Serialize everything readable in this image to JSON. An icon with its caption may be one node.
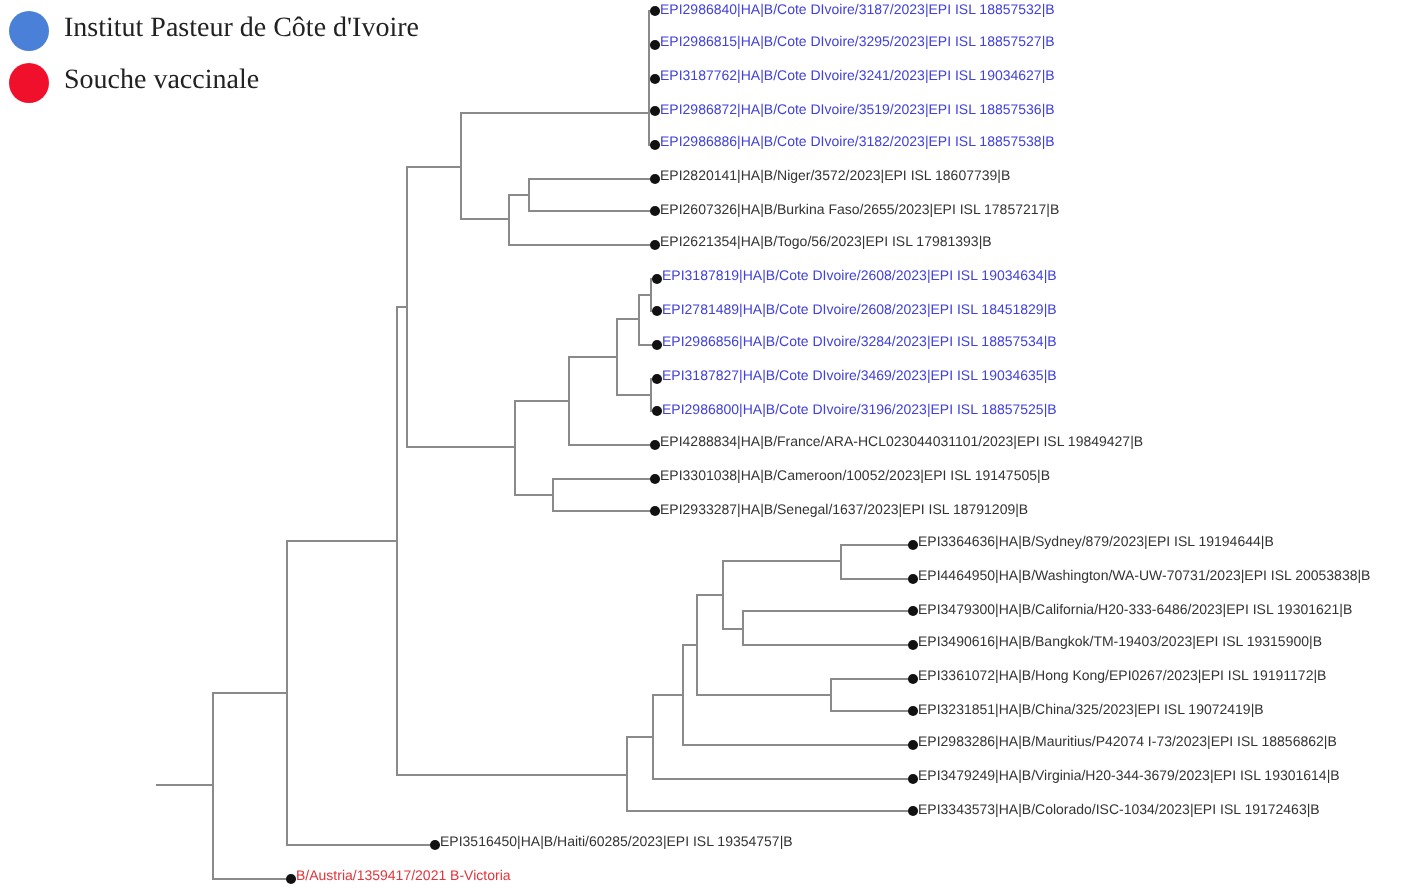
{
  "diagram": {
    "nodes": [
      {
        "text": [
          "EPI2986840|HA|B/Cote DIvoire/3187/2023|EPI ISL 18857532|B"
        ]
      },
      {
        "text": [
          "EPI2986815|HA|B/Cote DIvoire/3295/2023|EPI ISL 18857527|B"
        ]
      },
      {
        "text": [
          "EPI3187762|HA|B/Cote DIvoire/3241/2023|EPI ISL 19034627|B"
        ]
      },
      {
        "text": [
          "EPI2986872|HA|B/Cote DIvoire/3519/2023|EPI ISL 18857536|B"
        ]
      },
      {
        "text": [
          "EPI2986886|HA|B/Cote DIvoire/3182/2023|EPI ISL 18857538|B"
        ]
      },
      {
        "text": [
          "EPI2820141|HA|B/Niger/3572/2023|EPI ISL 18607739|B"
        ]
      },
      {
        "text": [
          "EPI2607326|HA|B/Burkina Faso/2655/2023|EPI ISL 17857217|B"
        ]
      },
      {
        "text": [
          "EPI2621354|HA|B/Togo/56/2023|EPI ISL 17981393|B"
        ]
      },
      {
        "text": [
          "EPI3187819|HA|B/Cote DIvoire/2608/2023|EPI ISL 19034634|B"
        ]
      },
      {
        "text": [
          "EPI2781489|HA|B/Cote DIvoire/2608/2023|EPI ISL 18451829|B"
        ]
      },
      {
        "text": [
          "EPI2986856|HA|B/Cote DIvoire/3284/2023|EPI ISL 18857534|B"
        ]
      },
      {
        "text": [
          "EPI3187827|HA|B/Cote DIvoire/3469/2023|EPI ISL 19034635|B"
        ]
      },
      {
        "text": [
          "EPI2986800|HA|B/Cote DIvoire/3196/2023|EPI ISL 18857525|B"
        ]
      },
      {
        "text": [
          "EPI4288834|HA|B/France/ARA-HCL023044031101/2023|EPI ISL 19849427|B"
        ]
      },
      {
        "text": [
          "EPI3301038|HA|B/Cameroon/10052/2023|EPI ISL 19147505|B"
        ]
      },
      {
        "text": [
          "EPI2933287|HA|B/Senegal/1637/2023|EPI ISL 18791209|B"
        ]
      },
      {
        "text": [
          "EPI3364636|HA|B/Sydney/879/2023|EPI ISL 19194644|B"
        ]
      },
      {
        "text": [
          "EPI4464950|HA|B/Washington/WA-UW-70731/2023|EPI ISL 20053838|B"
        ]
      },
      {
        "text": [
          "EPI3479300|HA|B/California/H20-333-6486/2023|EPI ISL 19301621|B"
        ]
      },
      {
        "text": [
          "EPI3490616|HA|B/Bangkok/TM-19403/2023|EPI ISL 19315900|B"
        ]
      },
      {
        "text": [
          "EPI3361072|HA|B/Hong Kong/EPI0267/2023|EPI ISL 19191172|B"
        ]
      },
      {
        "text": [
          "EPI3231851|HA|B/China/325/2023|EPI ISL 19072419|B"
        ]
      },
      {
        "text": [
          "EPI2983286|HA|B/Mauritius/P42074 I-73/2023|EPI ISL 18856862|B"
        ]
      },
      {
        "text": [
          "EPI3479249|HA|B/Virginia/H20-344-3679/2023|EPI ISL 19301614|B"
        ]
      },
      {
        "text": [
          "EPI3343573|HA|B/Colorado/ISC-1034/2023|EPI ISL 19172463|B"
        ]
      },
      {
        "text": [
          "EPI3516450|HA|B/Haiti/60285/2023|EPI ISL 19354757|B"
        ]
      },
      {
        "text": [
          "B/Austria/1359417/2021 B-Victoria"
        ]
      },
      {
        "text": [],
        "shape": "bar"
      },
      {
        "text": [],
        "shape": "bar"
      },
      {
        "text": [],
        "shape": "bar"
      },
      {
        "text": [],
        "shape": "bar"
      },
      {
        "text": [],
        "shape": "bar"
      },
      {
        "text": [],
        "shape": "bar"
      },
      {
        "text": [],
        "shape": "bar"
      },
      {
        "text": [],
        "shape": "bar"
      },
      {
        "text": [],
        "shape": "bar"
      },
      {
        "text": [],
        "shape": "bar"
      },
      {
        "text": [],
        "shape": "bar"
      },
      {
        "text": [],
        "shape": "bar"
      },
      {
        "text": [],
        "shape": "bar"
      },
      {
        "text": [],
        "shape": "bar"
      },
      {
        "text": [],
        "shape": "bar"
      },
      {
        "text": [],
        "shape": "bar"
      },
      {
        "text": [],
        "shape": "bar"
      },
      {
        "text": [],
        "shape": "bar"
      },
      {
        "text": [],
        "shape": "bar"
      },
      {
        "text": [],
        "shape": "bar"
      },
      {
        "text": [],
        "shape": "bar"
      },
      {
        "text": [],
        "shape": "bar"
      },
      {
        "text": [],
        "shape": "bar"
      }
    ],
    "edges": [
      {
        "from": null,
        "to": 27,
        "arrow": "none"
      },
      {
        "from": 27,
        "to": 28,
        "arrow": "none"
      },
      {
        "from": 27,
        "to": 26,
        "arrow": "other"
      },
      {
        "from": 28,
        "to": 29,
        "arrow": "none"
      },
      {
        "from": 28,
        "to": 25,
        "arrow": "other"
      },
      {
        "from": 29,
        "to": 30,
        "arrow": "none"
      },
      {
        "from": 29,
        "to": 42,
        "arrow": "none"
      },
      {
        "from": 30,
        "to": 31,
        "arrow": "none"
      },
      {
        "from": 30,
        "to": 35,
        "arrow": "none"
      },
      {
        "from": 31,
        "to": 32,
        "arrow": "none"
      },
      {
        "from": 31,
        "to": 33,
        "arrow": "none"
      },
      {
        "from": 32,
        "to": 0,
        "arrow": "other"
      },
      {
        "from": 32,
        "to": 1,
        "arrow": "other"
      },
      {
        "from": 32,
        "to": 2,
        "arrow": "other"
      },
      {
        "from": 32,
        "to": 3,
        "arrow": "other"
      },
      {
        "from": 32,
        "to": 4,
        "arrow": "other"
      },
      {
        "from": 33,
        "to": 34,
        "arrow": "none"
      },
      {
        "from": 33,
        "to": 7,
        "arrow": "other"
      },
      {
        "from": 34,
        "to": 5,
        "arrow": "other"
      },
      {
        "from": 34,
        "to": 6,
        "arrow": "other"
      },
      {
        "from": 35,
        "to": 36,
        "arrow": "none"
      },
      {
        "from": 35,
        "to": 41,
        "arrow": "none"
      },
      {
        "from": 36,
        "to": 37,
        "arrow": "none"
      },
      {
        "from": 36,
        "to": 13,
        "arrow": "other"
      },
      {
        "from": 37,
        "to": 38,
        "arrow": "none"
      },
      {
        "from": 37,
        "to": 40,
        "arrow": "none"
      },
      {
        "from": 38,
        "to": 39,
        "arrow": "none"
      },
      {
        "from": 38,
        "to": 10,
        "arrow": "other"
      },
      {
        "from": 39,
        "to": 8,
        "arrow": "other"
      },
      {
        "from": 39,
        "to": 9,
        "arrow": "other"
      },
      {
        "from": 40,
        "to": 11,
        "arrow": "other"
      },
      {
        "from": 40,
        "to": 12,
        "arrow": "other"
      },
      {
        "from": 41,
        "to": 14,
        "arrow": "other"
      },
      {
        "from": 41,
        "to": 15,
        "arrow": "other"
      },
      {
        "from": 42,
        "to": 43,
        "arrow": "none"
      },
      {
        "from": 42,
        "to": 24,
        "arrow": "other"
      },
      {
        "from": 43,
        "to": 44,
        "arrow": "none"
      },
      {
        "from": 43,
        "to": 23,
        "arrow": "other"
      },
      {
        "from": 44,
        "to": 45,
        "arrow": "none"
      },
      {
        "from": 44,
        "to": 22,
        "arrow": "other"
      },
      {
        "from": 45,
        "to": 46,
        "arrow": "none"
      },
      {
        "from": 45,
        "to": 49,
        "arrow": "none"
      },
      {
        "from": 46,
        "to": 47,
        "arrow": "none"
      },
      {
        "from": 46,
        "to": 48,
        "arrow": "none"
      },
      {
        "from": 47,
        "to": 16,
        "arrow": "other"
      },
      {
        "from": 47,
        "to": 17,
        "arrow": "other"
      },
      {
        "from": 48,
        "to": 18,
        "arrow": "other"
      },
      {
        "from": 48,
        "to": 19,
        "arrow": "other"
      },
      {
        "from": 49,
        "to": 20,
        "arrow": "other"
      },
      {
        "from": 49,
        "to": 21,
        "arrow": "other"
      }
    ],
    "legend": [
      {
        "text": "Institut Pasteur de Côte d'Ivoire",
        "color": "#4a80d8"
      },
      {
        "text": "Souche vaccinale",
        "color": "#f0102c"
      }
    ]
  }
}
